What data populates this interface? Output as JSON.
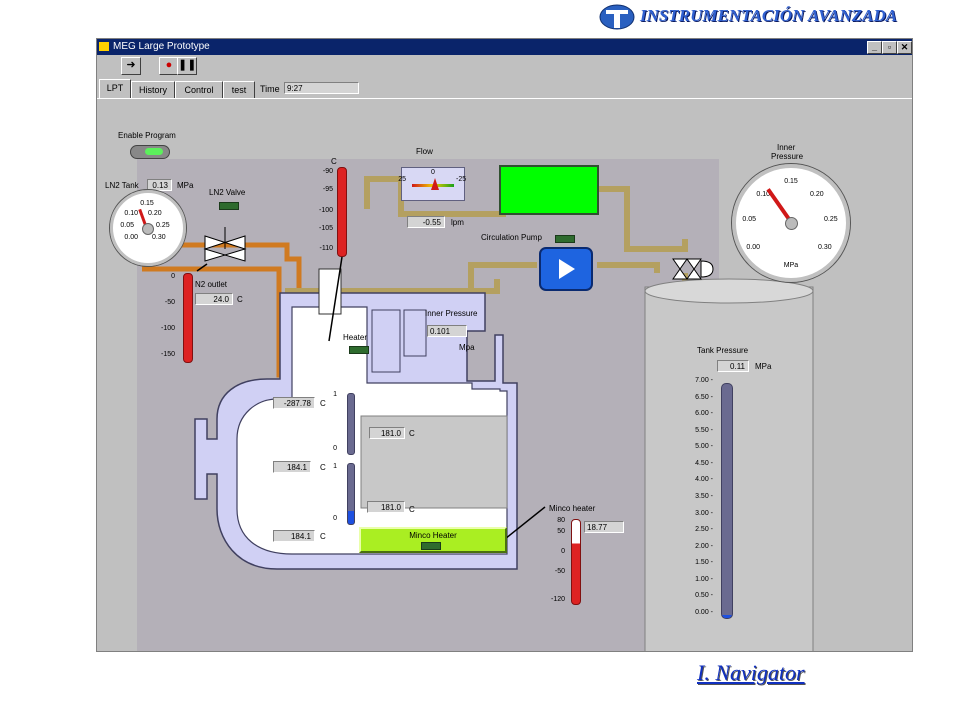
{
  "brand": "INSTRUMENTACIÓN AVANZADA",
  "window": {
    "title": "MEG Large Prototype"
  },
  "tabs": [
    "LPT",
    "History",
    "Control",
    "test"
  ],
  "time": {
    "label": "Time",
    "value": "9:27"
  },
  "enable_program": "Enable Program",
  "ln2_tank": {
    "label": "LN2 Tank",
    "value": "0.13",
    "unit": "MPa",
    "ticks": [
      "0.15",
      "0.10",
      "0.20",
      "0.05",
      "0.25",
      "0.00",
      "0.30"
    ]
  },
  "ln2_valve": "LN2 Valve",
  "top_thermo": {
    "unit": "C",
    "ticks": [
      "-90",
      "-95",
      "-100",
      "-105",
      "-110"
    ]
  },
  "flow": {
    "label": "Flow",
    "ticks": [
      "25",
      "0",
      "-25"
    ],
    "value": "-0.55",
    "unit": "lpm"
  },
  "circulation_pump": "Circulation Pump",
  "inner_gauge": {
    "label_line1": "Inner",
    "label_line2": "Pressure",
    "ticks": [
      "0.15",
      "0.10",
      "0.20",
      "0.05",
      "0.25",
      "0.00",
      "0.30"
    ],
    "unit": "MPa"
  },
  "n2_outlet": {
    "label": "N2 outlet",
    "value": "24.0",
    "unit": "C",
    "ticks": [
      "0",
      "-50",
      "-100",
      "-150"
    ]
  },
  "heater": "Heater",
  "inner_pressure": {
    "label": "Inner Pressure",
    "value": "0.101",
    "unit": "Mpa"
  },
  "temps": [
    {
      "value": "-287.78",
      "unit": "C"
    },
    {
      "value": "184.1",
      "unit": "C"
    },
    {
      "value": "184.1",
      "unit": "C"
    }
  ],
  "small_scales": {
    "top": "1",
    "bottom": "0"
  },
  "chamber": {
    "value1": "181.0",
    "value2": "181.0",
    "unit": "C"
  },
  "minco_button": "Minco Heater",
  "minco": {
    "label": "Minco heater",
    "value": "18.77",
    "ticks": [
      "80",
      "50",
      "0",
      "-50",
      "-120"
    ]
  },
  "tank_pressure": {
    "label": "Tank Pressure",
    "value": "0.11",
    "unit": "MPa",
    "level": 0.015,
    "ticks": [
      "7.00",
      "6.50",
      "6.00",
      "5.50",
      "5.00",
      "4.50",
      "4.00",
      "3.50",
      "3.00",
      "2.50",
      "2.00",
      "1.50",
      "1.00",
      "0.50",
      "0.00"
    ]
  },
  "navigator": "I. Navigator",
  "colors": {
    "titlebar": "#0a246a",
    "panel": "#c0c0c0",
    "pipe_orange": "#d07a20",
    "pipe_tan": "#b4a060",
    "pump_box": "#00ff00",
    "pump_button": "#1e64e0",
    "minco_button": "#aaee22",
    "thermo_red": "#dd2222",
    "vessel": "#d0d0f4"
  }
}
